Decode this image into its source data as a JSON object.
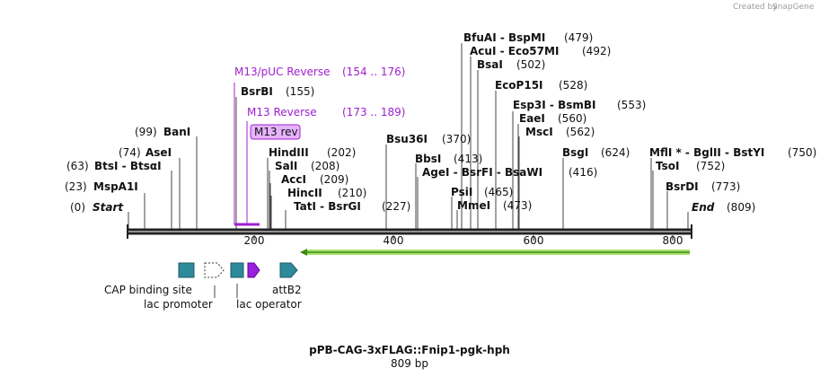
{
  "watermark": "Created by",
  "brand": "SnapGene",
  "title": "pPB-CAG-3xFLAG::Fnip1-pgk-hph",
  "length_label": "809 bp",
  "sites": [
    {
      "name": "Start",
      "pos": "(0)"
    },
    {
      "name": "MspA1I",
      "pos": "(23)"
    },
    {
      "name": "BtsI  -  BtsαI",
      "pos": "(63)"
    },
    {
      "name": "AseI",
      "pos": "(74)"
    },
    {
      "name": "BanI",
      "pos": "(99)"
    },
    {
      "name": "BsrBI",
      "pos": "(155)"
    },
    {
      "name": "HindIII",
      "pos": "(202)"
    },
    {
      "name": "SalI",
      "pos": "(208)"
    },
    {
      "name": "AccI",
      "pos": "(209)"
    },
    {
      "name": "HincII",
      "pos": "(210)"
    },
    {
      "name": "TatI  -  BsrGI",
      "pos": "(227)"
    },
    {
      "name": "Bsu36I",
      "pos": "(370)"
    },
    {
      "name": "BbsI",
      "pos": "(413)"
    },
    {
      "name": "AgeI  -  BsrFI  -  BsaWI",
      "pos": "(416)"
    },
    {
      "name": "PsiI",
      "pos": "(465)"
    },
    {
      "name": "MmeI",
      "pos": "(473)"
    },
    {
      "name": "BfuAI  -  BspMI",
      "pos": "(479)"
    },
    {
      "name": "AcuI  -  Eco57MI",
      "pos": "(492)"
    },
    {
      "name": "BsaI",
      "pos": "(502)"
    },
    {
      "name": "EcoP15I",
      "pos": "(528)"
    },
    {
      "name": "Esp3I  -  BsmBI",
      "pos": "(553)"
    },
    {
      "name": "EaeI",
      "pos": "(560)"
    },
    {
      "name": "MscI",
      "pos": "(562)"
    },
    {
      "name": "BsgI",
      "pos": "(624)"
    },
    {
      "name": "MflI *  -  BglII  -  BstYI",
      "pos": "(750)"
    },
    {
      "name": "TsoI",
      "pos": "(752)"
    },
    {
      "name": "BsrDI",
      "pos": "(773)"
    },
    {
      "name": "End",
      "pos": "(809)"
    }
  ],
  "primers": [
    {
      "name": "M13/pUC Reverse",
      "range": "(154 .. 176)"
    },
    {
      "name": "M13 Reverse",
      "range": "(173 .. 189)"
    }
  ],
  "primer_box": "M13 rev",
  "ruler": [
    "200",
    "400",
    "600",
    "800"
  ],
  "features": [
    "CAP binding site",
    "lac promoter",
    "lac operator",
    "attB2"
  ],
  "colors": {
    "cap": "#2d8a9a",
    "lac_operator": "#2d8a9a",
    "m13": "#9b1fe0",
    "attB2": "#2d8a9a",
    "orf": "#7fd040",
    "primer": "#a020d0"
  }
}
